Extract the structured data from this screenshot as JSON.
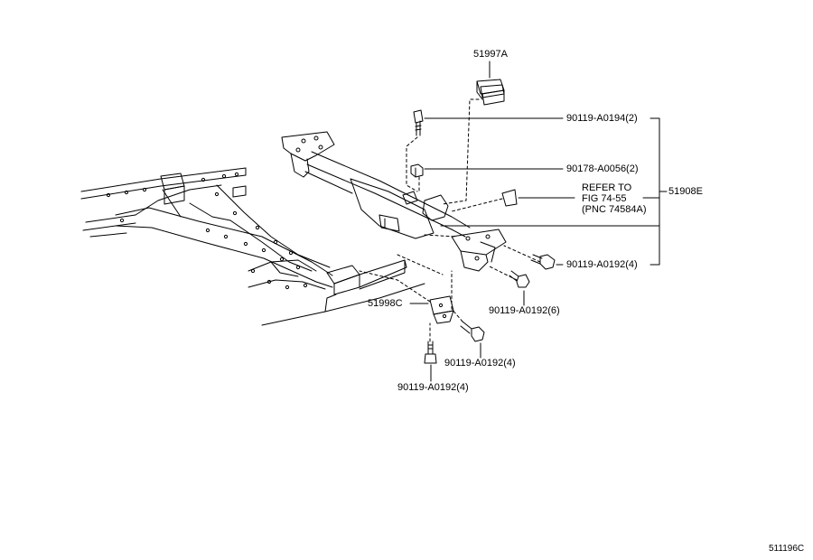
{
  "diagram": {
    "labels": {
      "part_51997a": "51997A",
      "bolt_0194": "90119-A0194(2)",
      "nut_0056": "90178-A0056(2)",
      "refer_line1": "REFER TO",
      "refer_line2": "FIG 74-55",
      "refer_line3": "(PNC 74584A)",
      "assembly_51908e": "51908E",
      "bolt_0192_right": "90119-A0192(4)",
      "bolt_0192_center": "90119-A0192(6)",
      "bracket_51998c": "51998C",
      "bolt_0192_lower": "90119-A0192(4)",
      "bolt_0192_bottom": "90119-A0192(4)"
    },
    "figure_code": "511196C"
  }
}
